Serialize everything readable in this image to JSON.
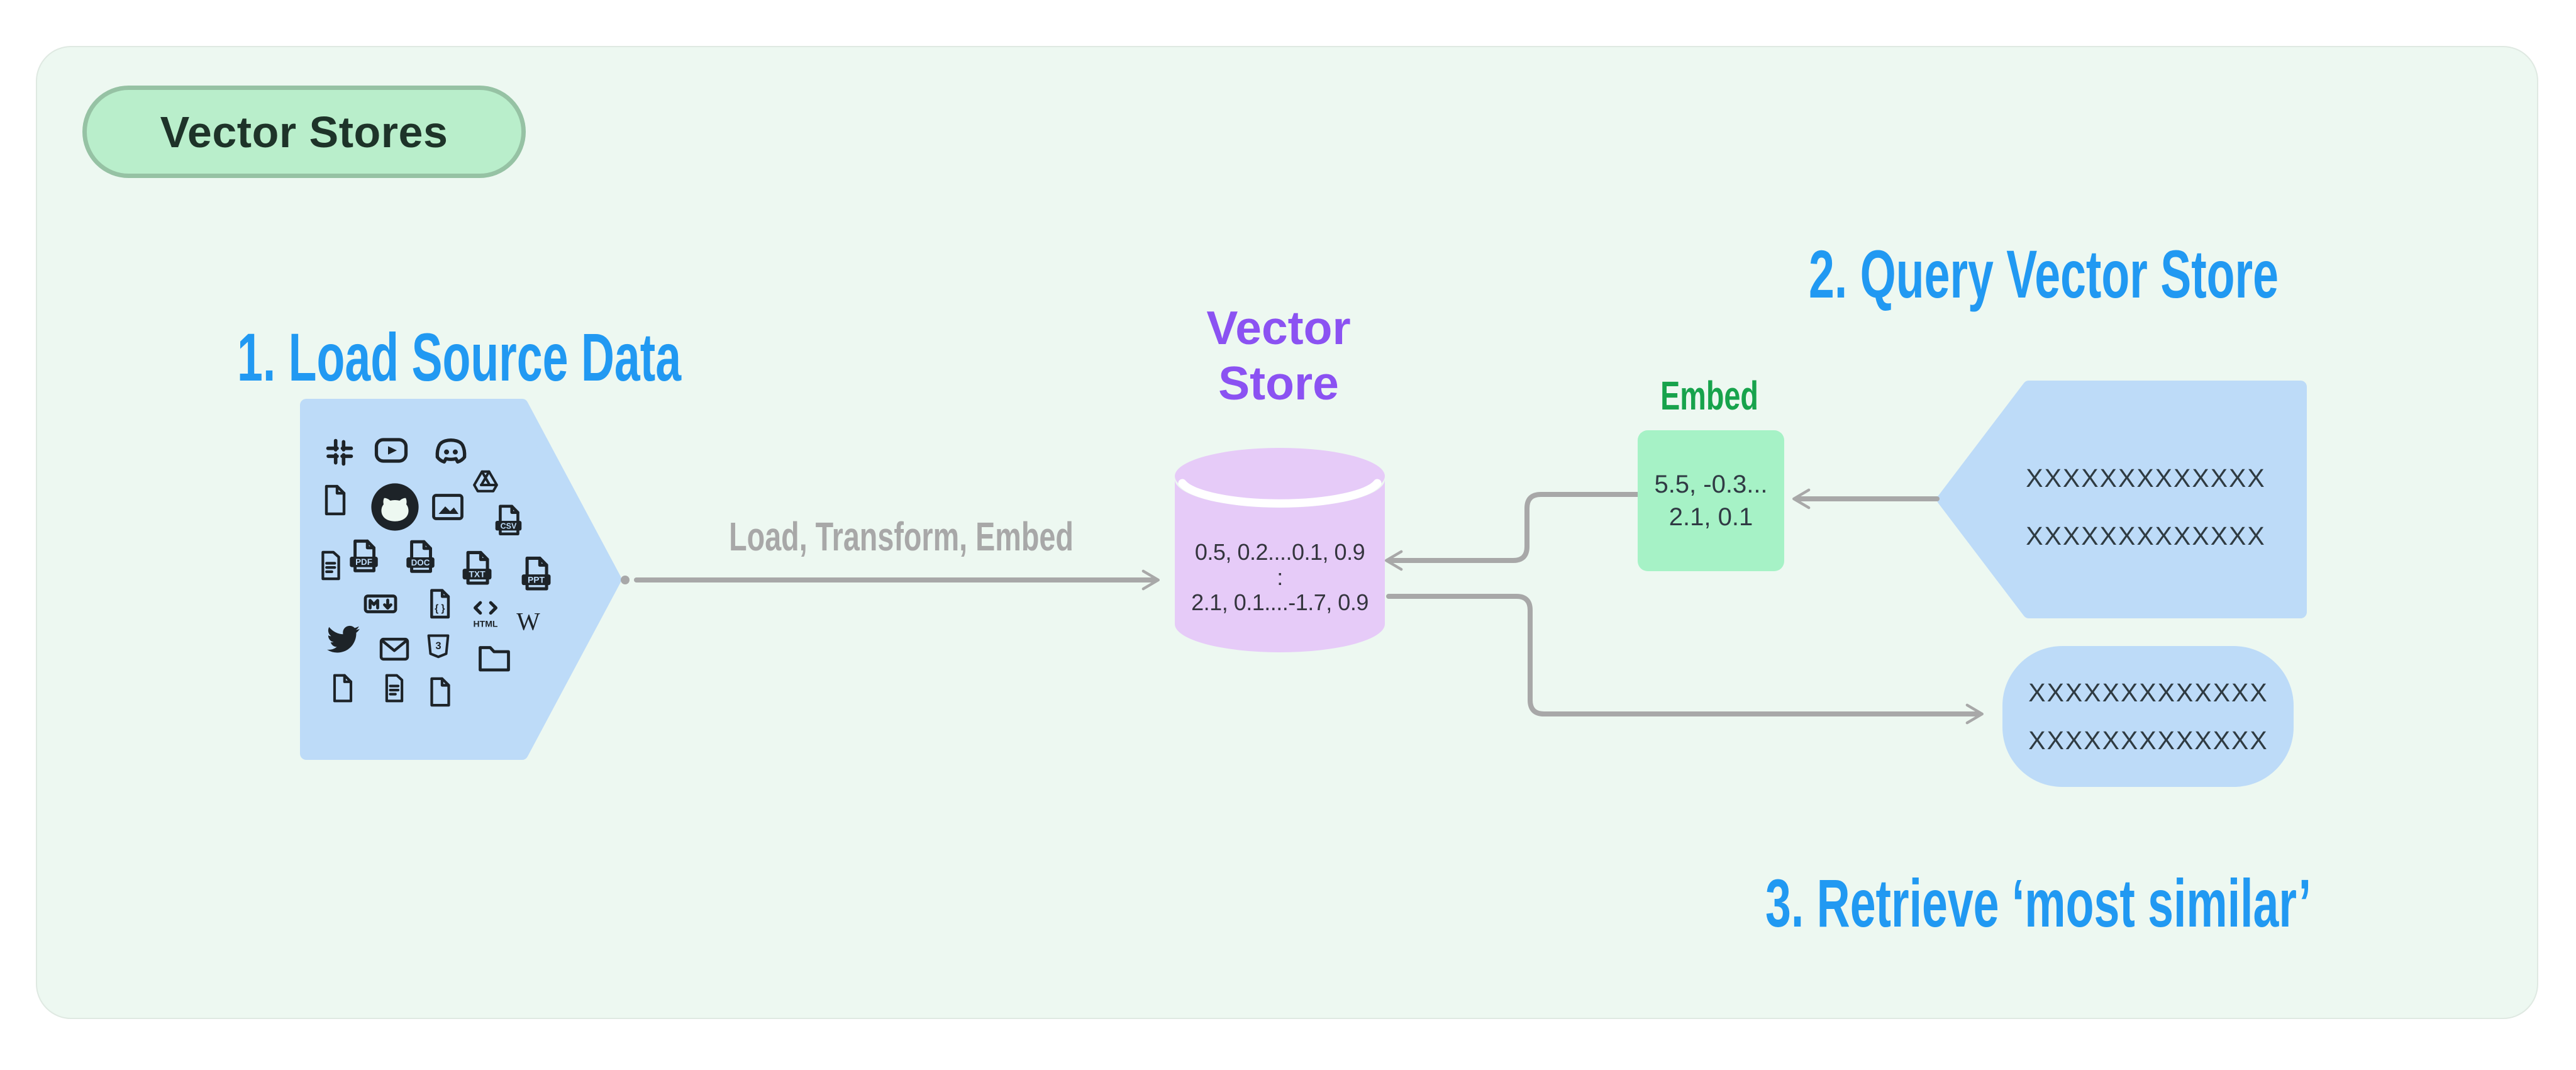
{
  "badge": {
    "label": "Vector Stores"
  },
  "headings": {
    "step1": "1. Load Source Data",
    "step2": "2. Query Vector Store",
    "step3": "3. Retrieve ‘most similar’"
  },
  "load_pipeline": {
    "arrow_label": "Load, Transform, Embed"
  },
  "vector_store": {
    "title_line1": "Vector",
    "title_line2": "Store",
    "stored_vectors": [
      "0.5, 0.2....0.1, 0.9",
      ":",
      "2.1, 0.1....-1.7, 0.9"
    ]
  },
  "embed": {
    "label": "Embed",
    "vector_lines": [
      "5.5, -0.3...",
      "2.1, 0.1"
    ]
  },
  "query": {
    "text_lines": [
      "XXXXXXXXXXXXX",
      "XXXXXXXXXXXXX"
    ]
  },
  "result": {
    "text_lines": [
      "XXXXXXXXXXXXX",
      "XXXXXXXXXXXXX"
    ]
  },
  "source_icons": [
    "slack-icon",
    "youtube-icon",
    "discord-icon",
    "file-icon",
    "github-icon",
    "image-icon",
    "google-drive-icon",
    "csv-file-icon",
    "text-file-icon",
    "pdf-file-icon",
    "doc-file-icon",
    "txt-file-icon",
    "ppt-file-icon",
    "markdown-icon",
    "json-file-icon",
    "html-file-icon",
    "wikipedia-icon",
    "twitter-icon",
    "email-icon",
    "css3-icon",
    "folder-icon",
    "file-icon",
    "text-file-icon",
    "file-icon"
  ],
  "colors": {
    "heading_blue": "#2199f2",
    "purple": "#8b52f2",
    "embed_green": "#17a34c",
    "green_box": "#a6f2c6",
    "lavender": "#e6cbf8",
    "shape_blue": "#bddbf8",
    "arrow_gray": "#a8a8a8",
    "badge_bg": "#b9eecb",
    "badge_border": "#96c2a4",
    "badge_text": "#1e3329",
    "panel_bg": "#edf8f1",
    "icon_dark": "#1d2328"
  }
}
